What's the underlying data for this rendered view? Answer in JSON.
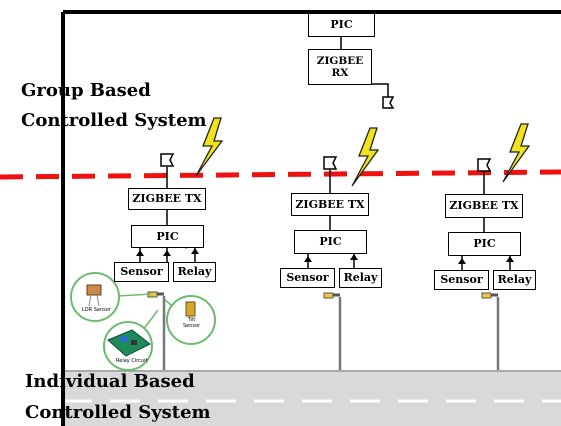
{
  "colors": {
    "dashed_line": "#ee1111",
    "bolt": "#f2e21a",
    "road": "#d9d9d9",
    "frame": "#000000"
  },
  "group_label": {
    "line1": "Group Based",
    "line2": "Controlled System"
  },
  "individual_label": {
    "line1": "Individual Based",
    "line2": "Controlled System"
  },
  "receiver": {
    "pic": "PIC",
    "zigbee_rx": "ZIGBEE\nRX"
  },
  "nodes": [
    {
      "zigbee_tx": "ZIGBEE TX",
      "pic": "PIC",
      "sensor": "Sensor",
      "relay": "Relay"
    },
    {
      "zigbee_tx": "ZIGBEE TX",
      "pic": "PIC",
      "sensor": "Sensor",
      "relay": "Relay"
    },
    {
      "zigbee_tx": "ZIGBEE TX",
      "pic": "PIC",
      "sensor": "Sensor",
      "relay": "Relay"
    }
  ],
  "component_labels": {
    "ldr": "LDR Sensor",
    "relay_circuit": "Relay Circuit",
    "tilt": "Tilt\nSensor"
  },
  "icons": [
    "antenna-icon",
    "lightning-bolt-icon",
    "street-lamp-icon",
    "ldr-sensor-icon",
    "relay-circuit-icon",
    "tilt-sensor-icon"
  ]
}
